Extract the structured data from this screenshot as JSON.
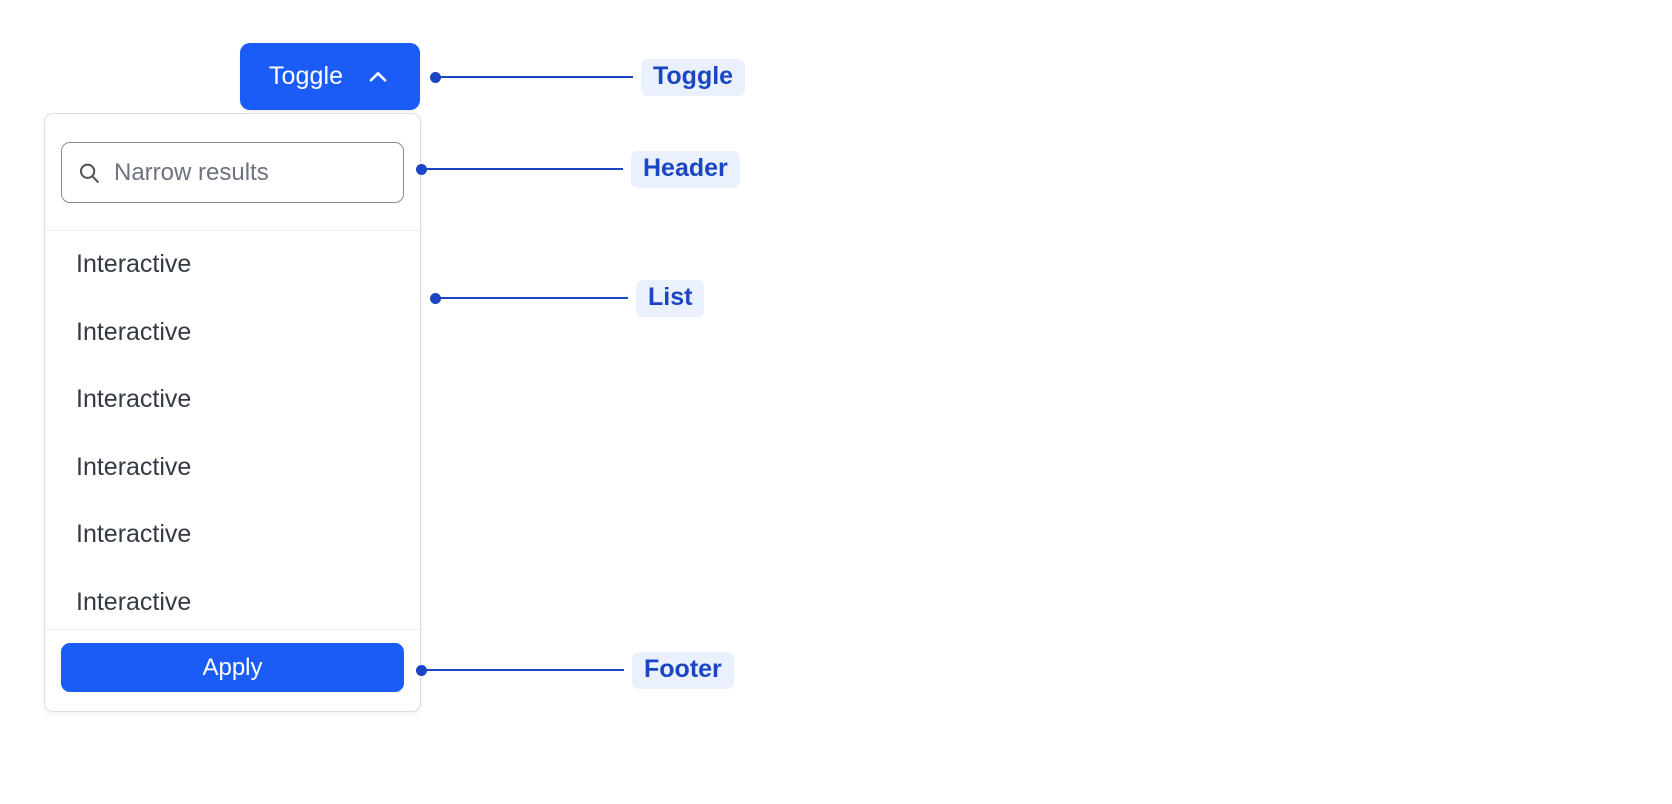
{
  "colors": {
    "accent": "#1a5cf5",
    "annotation": "#1a46c4",
    "annotation_background": "#eaf0fd",
    "panel_border": "#dcdfe4",
    "divider": "#eceef1",
    "input_border": "#868b96",
    "list_text": "#343a44",
    "placeholder_text": "#6c727f",
    "page_background": "#ffffff"
  },
  "toggle": {
    "label": "Toggle",
    "icon": "chevron-up-icon",
    "expanded": true
  },
  "panel": {
    "header": {
      "search": {
        "icon": "search-icon",
        "placeholder": "Narrow results",
        "value": ""
      }
    },
    "list": {
      "items": [
        {
          "label": "Interactive"
        },
        {
          "label": "Interactive"
        },
        {
          "label": "Interactive"
        },
        {
          "label": "Interactive"
        },
        {
          "label": "Interactive"
        },
        {
          "label": "Interactive"
        }
      ]
    },
    "footer": {
      "apply_label": "Apply"
    }
  },
  "annotations": [
    {
      "id": "toggle",
      "label": "Toggle"
    },
    {
      "id": "header",
      "label": "Header"
    },
    {
      "id": "list",
      "label": "List"
    },
    {
      "id": "footer",
      "label": "Footer"
    }
  ]
}
